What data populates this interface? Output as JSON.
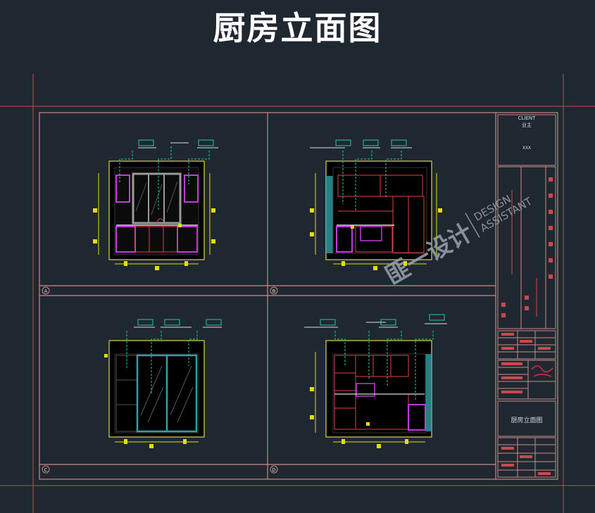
{
  "title": "厨房立面图",
  "panels": [
    {
      "id": "A",
      "label": "A"
    },
    {
      "id": "B",
      "label": "B"
    },
    {
      "id": "C",
      "label": "C"
    },
    {
      "id": "D",
      "label": "D"
    }
  ],
  "title_block": {
    "client_label": "CLIENT",
    "client_value": "业主",
    "client_sub": "XXX",
    "drawing_name": "厨房立面图"
  },
  "watermark": {
    "logo": "匪一设计",
    "line1": "DESIGN",
    "line2": "ASSISTANT"
  },
  "colors": {
    "background": "#1f2830",
    "frame": "#c94a4a",
    "frame_light": "#c98a8a",
    "wall": "#000000",
    "wall_border": "#d8d84a",
    "cabinet": "#c23ad9",
    "window": "#9a9a9a",
    "glass": "#2fa0a8",
    "dimension": "#e0e000",
    "leader": "#1fc9a8",
    "detail": "#d44"
  }
}
